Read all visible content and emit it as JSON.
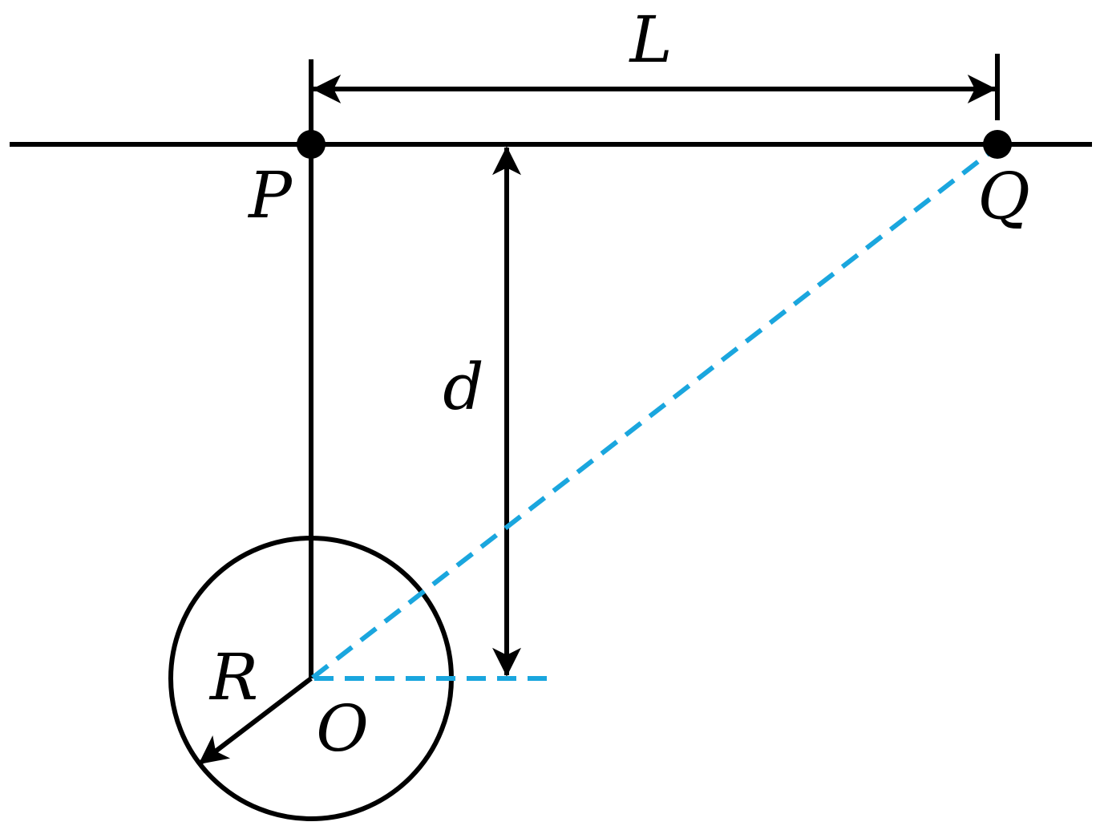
{
  "labels": {
    "L": "L",
    "P": "P",
    "Q": "Q",
    "d": "d",
    "R": "R",
    "O": "O"
  },
  "colors": {
    "ink": "#000000",
    "dashed": "#1aa6de",
    "background": "#ffffff"
  }
}
